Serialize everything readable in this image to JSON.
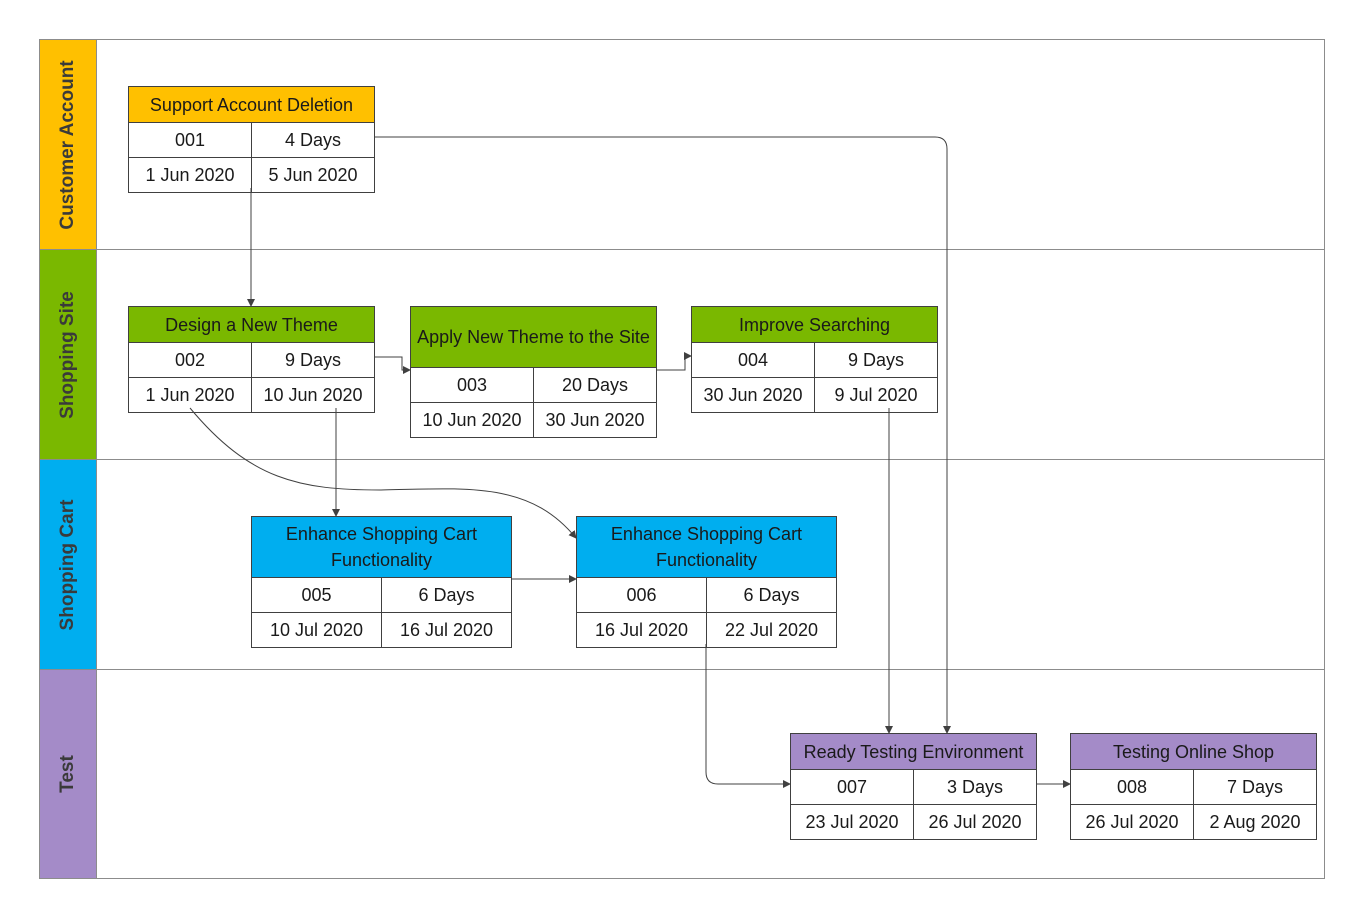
{
  "lanes": [
    {
      "id": "customer",
      "title": "Customer Account",
      "color": "#FFC000"
    },
    {
      "id": "site",
      "title": "Shopping Site",
      "color": "#7AB800"
    },
    {
      "id": "cart",
      "title": "Shopping Cart",
      "color": "#00AEEF"
    },
    {
      "id": "test",
      "title": "Test",
      "color": "#A48BC8"
    }
  ],
  "tasks": [
    {
      "id": "001",
      "name": "Support Account Deletion",
      "duration": "4 Days",
      "start": "1 Jun 2020",
      "end": "5 Jun 2020",
      "lane": "customer"
    },
    {
      "id": "002",
      "name": "Design a New Theme",
      "duration": "9 Days",
      "start": "1 Jun 2020",
      "end": "10 Jun 2020",
      "lane": "site"
    },
    {
      "id": "003",
      "name": "Apply New Theme to the Site",
      "duration": "20 Days",
      "start": "10 Jun 2020",
      "end": "30 Jun 2020",
      "lane": "site"
    },
    {
      "id": "004",
      "name": "Improve Searching",
      "duration": "9 Days",
      "start": "30 Jun 2020",
      "end": "9 Jul 2020",
      "lane": "site"
    },
    {
      "id": "005",
      "name": "Enhance Shopping Cart Functionality",
      "duration": "6 Days",
      "start": "10 Jul 2020",
      "end": "16 Jul 2020",
      "lane": "cart"
    },
    {
      "id": "006",
      "name": "Enhance Shopping Cart Functionality",
      "duration": "6 Days",
      "start": "16 Jul 2020",
      "end": "22 Jul 2020",
      "lane": "cart"
    },
    {
      "id": "007",
      "name": "Ready Testing Environment",
      "duration": "3 Days",
      "start": "23 Jul 2020",
      "end": "26 Jul 2020",
      "lane": "test"
    },
    {
      "id": "008",
      "name": "Testing Online Shop",
      "duration": "7 Days",
      "start": "26 Jul 2020",
      "end": "2 Aug 2020",
      "lane": "test"
    }
  ],
  "dependencies": [
    {
      "from": "001",
      "to": "002"
    },
    {
      "from": "001",
      "to": "007"
    },
    {
      "from": "002",
      "to": "003"
    },
    {
      "from": "002",
      "to": "005"
    },
    {
      "from": "002",
      "to": "006"
    },
    {
      "from": "003",
      "to": "004"
    },
    {
      "from": "004",
      "to": "007"
    },
    {
      "from": "005",
      "to": "006"
    },
    {
      "from": "006",
      "to": "007"
    },
    {
      "from": "007",
      "to": "008"
    }
  ],
  "colors": {
    "border": "#404040",
    "lane_border": "#8c8c8c",
    "connector": "#404040"
  }
}
